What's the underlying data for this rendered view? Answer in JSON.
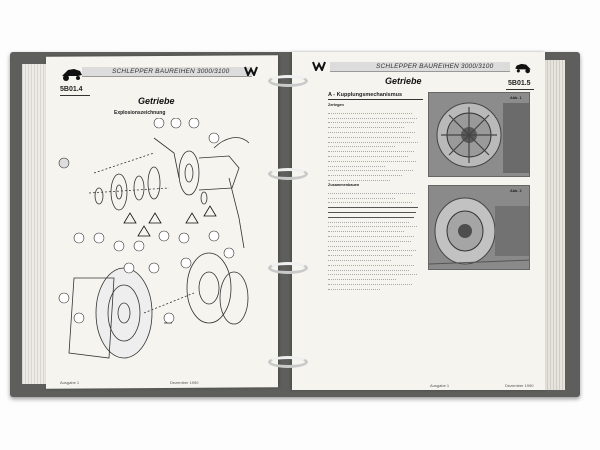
{
  "left_page": {
    "page_number": "5B01.4",
    "header": "SCHLEPPER BAUREIHEN 3000/3100",
    "title": "Getriebe",
    "subtitle": "Explosionszeichnung",
    "footer_left": "Ausgabe 1",
    "footer_right": "Dezember 1990"
  },
  "right_page": {
    "page_number": "5B01.5",
    "header": "SCHLEPPER BAUREIHEN 3000/3100",
    "title": "Getriebe",
    "section": "A - Kupplungsmechanismus",
    "sub1": "Zerlegen",
    "sub2": "Zusammenbauen",
    "fig1": "Abb. 1",
    "fig2": "Abb. 2",
    "footer_left": "Ausgabe 1",
    "footer_right": "Dezember 1990"
  }
}
